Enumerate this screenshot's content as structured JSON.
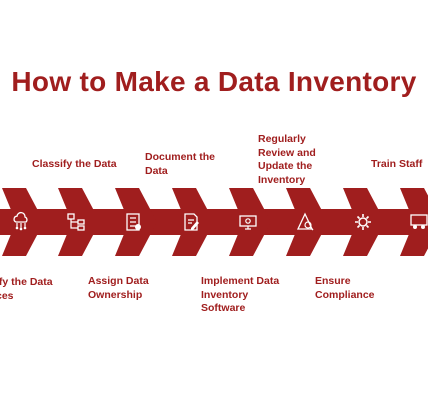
{
  "title": "How to Make a Data Inventory",
  "colors": {
    "primary": "#a01e1e",
    "icon": "#ffffff",
    "background": "#ffffff"
  },
  "steps": [
    {
      "label": "Identify the Data Sources",
      "shown": "ify the Data\nces",
      "icon": "cloud-network-icon"
    },
    {
      "label": "Classify the Data",
      "shown": "Classify the Data",
      "icon": "hierarchy-icon"
    },
    {
      "label": "Assign Data Ownership",
      "shown": "Assign Data\nOwnership",
      "icon": "document-checklist-icon"
    },
    {
      "label": "Document the Data",
      "shown": "Document the\nData",
      "icon": "edit-document-icon"
    },
    {
      "label": "Implement Data Inventory Software",
      "shown": "Implement Data\nInventory\nSoftware",
      "icon": "monitor-settings-icon"
    },
    {
      "label": "Regularly Review and Update the Inventory",
      "shown": "Regularly\nReview and\nUpdate the\nInventory",
      "icon": "review-icon"
    },
    {
      "label": "Ensure Compliance",
      "shown": "Ensure\nCompliance",
      "icon": "gear-icon"
    },
    {
      "label": "Train Staff",
      "shown": "Train Staff",
      "icon": "training-icon"
    }
  ]
}
